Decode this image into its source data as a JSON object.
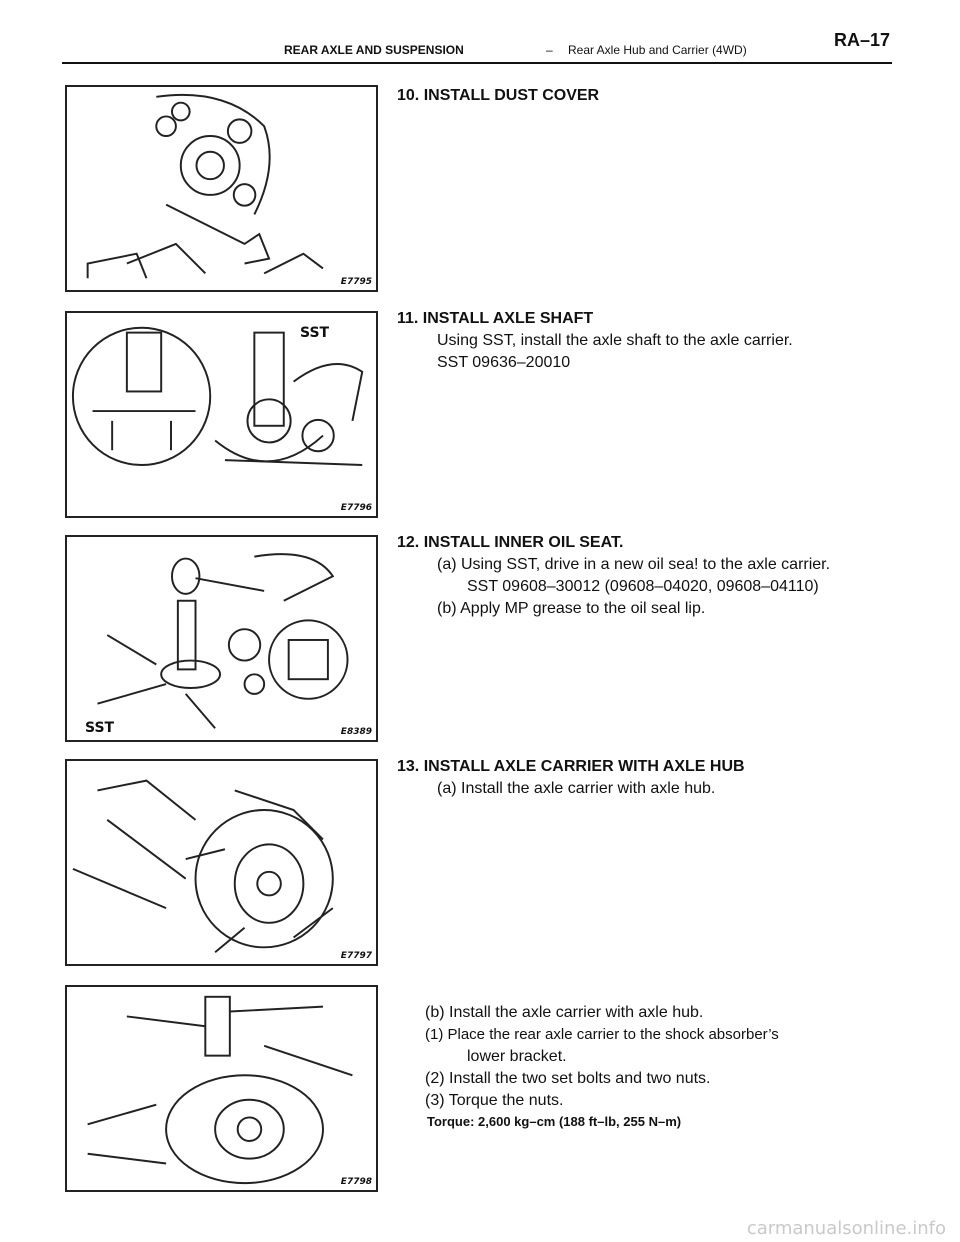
{
  "header": {
    "section": "REAR AXLE AND SUSPENSION",
    "separator": "–",
    "subtitle": "Rear Axle Hub and Carrier (4WD)",
    "page": "RA–17"
  },
  "figures": [
    {
      "code": "E7795"
    },
    {
      "code": "E7796",
      "label": "SST"
    },
    {
      "code": "E8389",
      "label": "SST"
    },
    {
      "code": "E7797"
    },
    {
      "code": "E7798"
    }
  ],
  "steps": {
    "s10": {
      "title": "10. INSTALL DUST COVER"
    },
    "s11": {
      "title": "11. INSTALL AXLE SHAFT",
      "lines": [
        "Using SST, install the axle shaft to the axle carrier.",
        "SST  09636–20010"
      ]
    },
    "s12": {
      "title": "12. INSTALL INNER OIL SEAT.",
      "lines": [
        "(a) Using SST, drive in a new oil sea! to the axle carrier.",
        "SST  09608–30012  (09608–04020,  09608–04110)",
        "(b) Apply MP grease to the oil seal lip."
      ]
    },
    "s13": {
      "title": "13. INSTALL AXLE CARRIER WITH AXLE HUB",
      "lines": [
        "(a) Install the axle carrier with axle hub."
      ]
    },
    "s13b": {
      "lines": [
        "(b) Install the axle carrier with axle hub.",
        "(1) Place the rear axle carrier to the shock absorber’s",
        "lower bracket.",
        "(2) Install the two set bolts and two nuts.",
        "(3) Torque the nuts."
      ],
      "torque": "Torque: 2,600 kg–cm (188 ft–lb, 255 N–m)"
    }
  },
  "watermark": "carmanualsonline.info"
}
